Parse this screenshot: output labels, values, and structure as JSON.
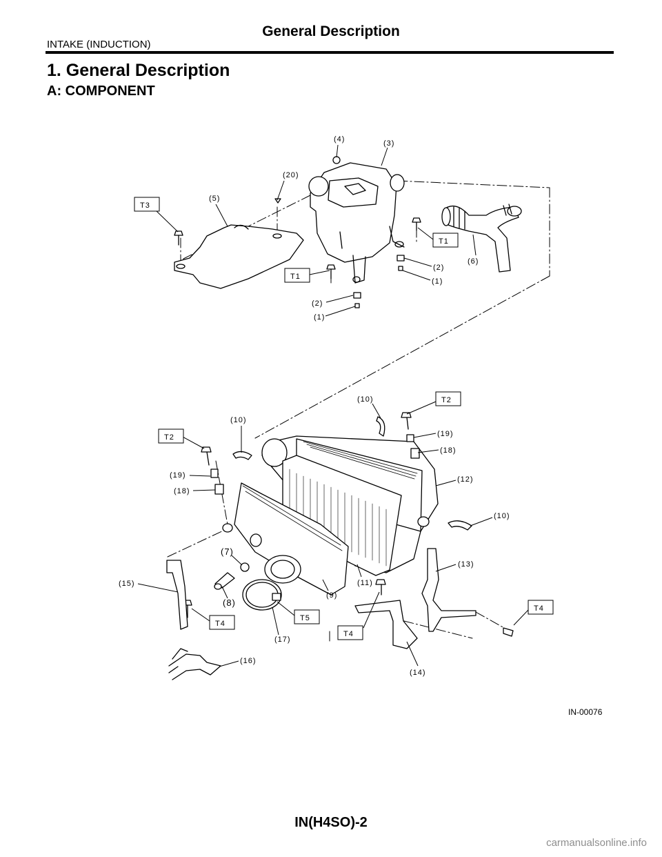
{
  "header": {
    "section": "INTAKE (INDUCTION)",
    "title": "General Description"
  },
  "heading": "1.  General Description",
  "subheading": "A:  COMPONENT",
  "figure": {
    "callouts": {
      "c1a": "(1)",
      "c1b": "(1)",
      "c2a": "(2)",
      "c2b": "(2)",
      "c3": "(3)",
      "c4": "(4)",
      "c5": "(5)",
      "c6": "(6)",
      "c7": "(7)",
      "c8": "(8)",
      "c9": "(9)",
      "c10a": "(10)",
      "c10b": "(10)",
      "c10c": "(10)",
      "c11": "(11)",
      "c12": "(12)",
      "c13": "(13)",
      "c14": "(14)",
      "c15": "(15)",
      "c16": "(16)",
      "c17": "(17)",
      "c18a": "(18)",
      "c18b": "(18)",
      "c19a": "(19)",
      "c19b": "(19)",
      "c20": "(20)"
    },
    "torque": {
      "t1a": "T1",
      "t1b": "T1",
      "t2a": "T2",
      "t2b": "T2",
      "t3": "T3",
      "t4a": "T4",
      "t4b": "T4",
      "t4c": "T4",
      "t5": "T5"
    },
    "figure_id": "IN-00076"
  },
  "footer": "IN(H4SO)-2",
  "watermark": "carmanualsonline.info"
}
